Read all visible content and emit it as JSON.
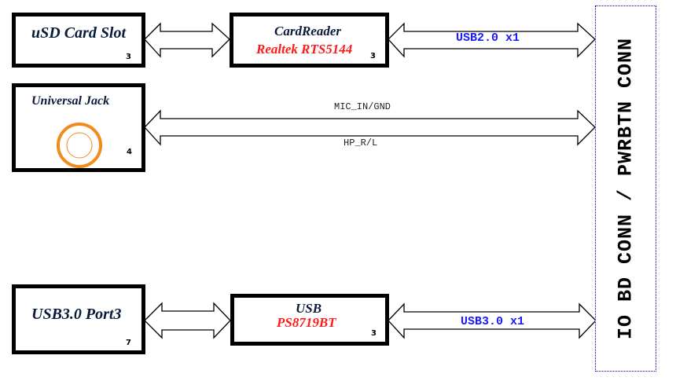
{
  "diagram": {
    "blocks": [
      {
        "id": "usd",
        "title": "uSD Card Slot",
        "page": "3"
      },
      {
        "id": "cardreader",
        "title": "CardReader",
        "subtitle": "Realtek RTS5144",
        "page": "3"
      },
      {
        "id": "jack",
        "title": "Universal Jack",
        "page": "4",
        "icon": "audio-jack-icon"
      },
      {
        "id": "usb3port",
        "title": "USB3.0 Port3",
        "page": "7"
      },
      {
        "id": "usbchip",
        "title": "USB",
        "subtitle": "PS8719BT",
        "page": "3"
      }
    ],
    "connector": {
      "label": "IO BD CONN / PWRBTN CONN"
    },
    "buses": [
      {
        "id": "usd-cardreader",
        "label": ""
      },
      {
        "id": "cardreader-conn",
        "label": "USB2.0 x1"
      },
      {
        "id": "jack-conn",
        "label_top": "MIC_IN/GND",
        "label_bottom": "HP_R/L"
      },
      {
        "id": "usb3port-usbchip",
        "label": ""
      },
      {
        "id": "usbchip-conn",
        "label": "USB3.0 x1"
      }
    ],
    "colors": {
      "block_border": "#000000",
      "chip_name": "#ff1a1a",
      "bus_label": "#1a1aff",
      "connector_border": "#0000cc",
      "jack_icon": "#f28a1e"
    }
  }
}
